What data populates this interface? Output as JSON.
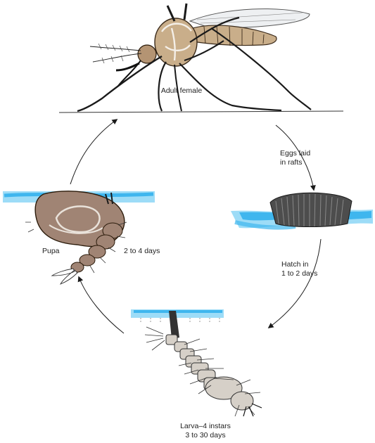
{
  "labels": {
    "adult": "Adult female",
    "eggs": [
      "Eggs laid",
      "in rafts"
    ],
    "hatch": [
      "Hatch in",
      "1 to 2 days"
    ],
    "larva": [
      "Larva–4 instars",
      "3 to 30 days"
    ],
    "pupa": "Pupa",
    "pupa_time": "2 to 4 days"
  },
  "colors": {
    "water": "#3fb6ee",
    "water_light": "#9ddcf7",
    "pupa_body": "#a08474",
    "mosquito_body": "#c9ae8a",
    "larva_body": "#d6d0c8",
    "ink": "#1a1a1a",
    "egg_raft": "#555555"
  },
  "icons": {
    "stage_adult": "mosquito-adult-illustration",
    "stage_eggs": "egg-raft-illustration",
    "stage_larva": "larva-illustration",
    "stage_pupa": "pupa-illustration"
  }
}
